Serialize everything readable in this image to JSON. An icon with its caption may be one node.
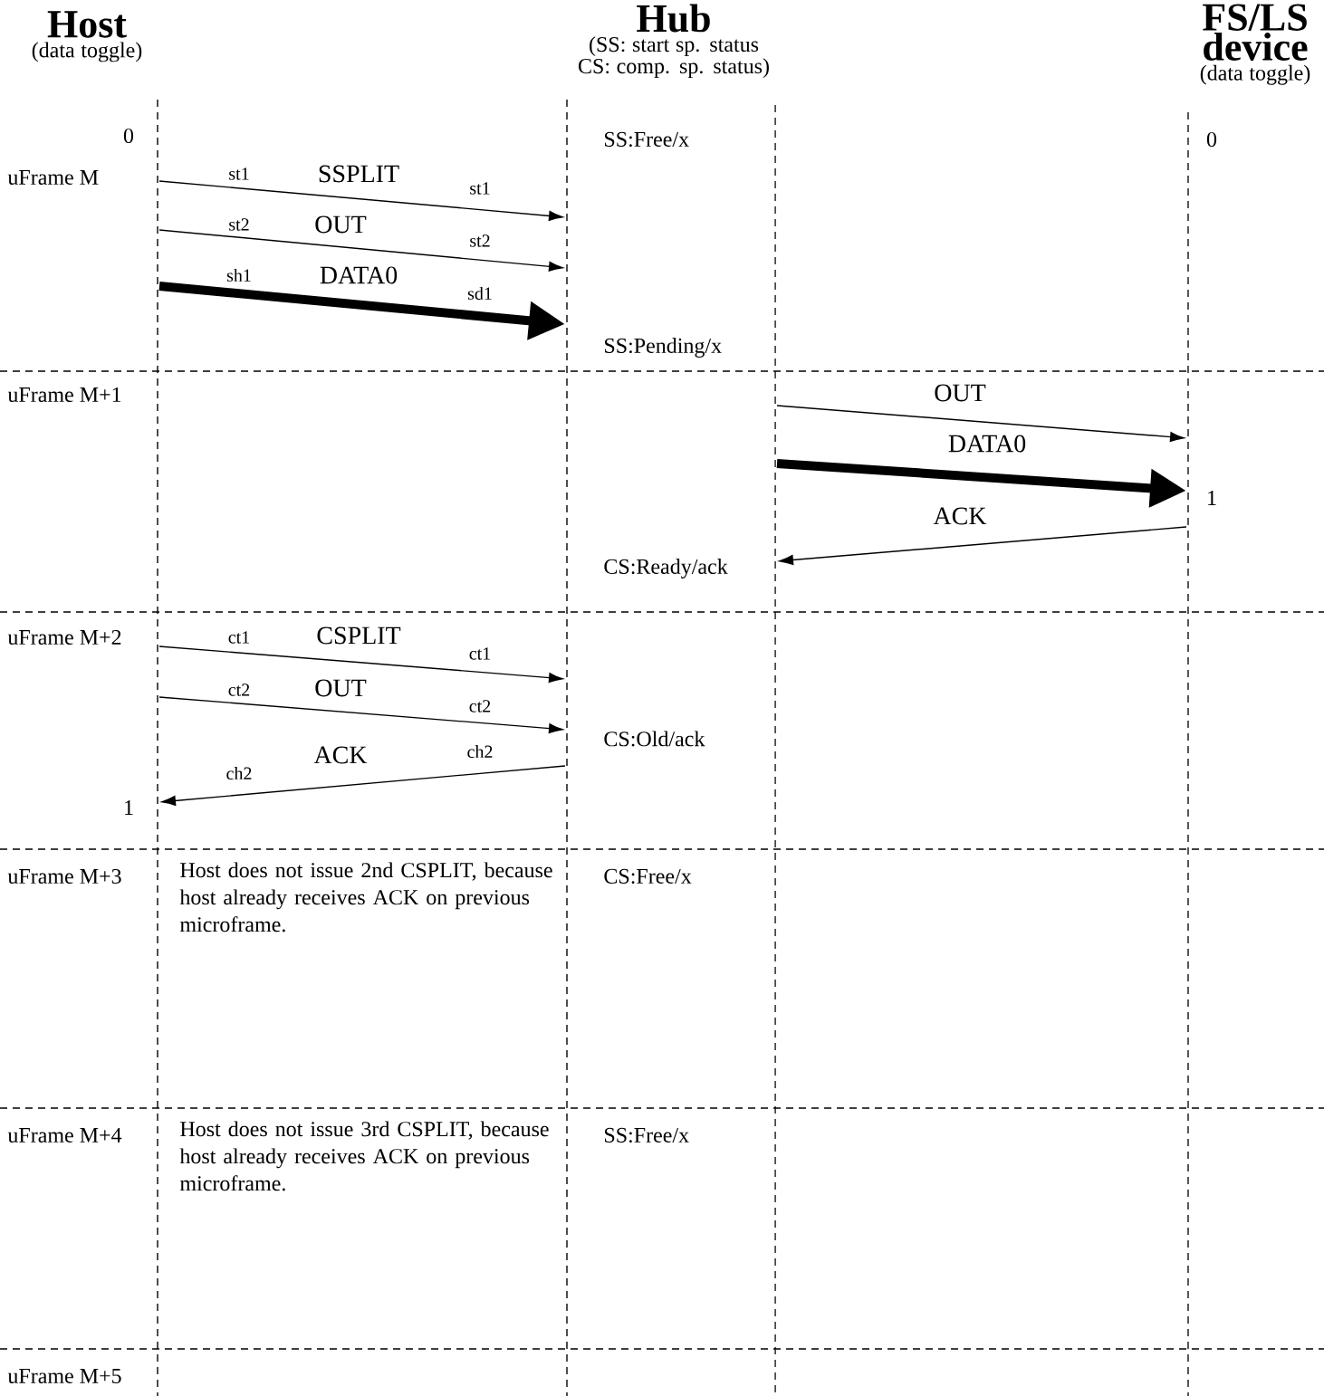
{
  "diagram": {
    "nodes": [
      {
        "text": [
          "Host",
          "(data toggle)"
        ]
      },
      {
        "text": [
          "Hub",
          "(SS: start sp. status CS: comp. sp. status)"
        ]
      },
      {
        "text": [
          "FS/LS device",
          "(data toggle)"
        ]
      }
    ],
    "edges": [
      {
        "from": 0,
        "to": 1,
        "arrow": "to",
        "label": "SSPLIT"
      },
      {
        "from": 0,
        "to": 1,
        "arrow": "to",
        "label": "OUT"
      },
      {
        "from": 0,
        "to": 1,
        "arrow": "to",
        "label": "DATA0",
        "style": "thick"
      },
      {
        "from": 1,
        "to": 2,
        "arrow": "to",
        "label": "OUT"
      },
      {
        "from": 1,
        "to": 2,
        "arrow": "to",
        "label": "DATA0",
        "style": "thick"
      },
      {
        "from": 2,
        "to": 1,
        "arrow": "to",
        "label": "ACK"
      },
      {
        "from": 0,
        "to": 1,
        "arrow": "to",
        "label": "CSPLIT"
      },
      {
        "from": 0,
        "to": 1,
        "arrow": "to",
        "label": "OUT"
      },
      {
        "from": 1,
        "to": 0,
        "arrow": "to",
        "label": "ACK"
      }
    ],
    "labels": [
      "0",
      "SS:Free/x",
      "0",
      "uFrame M",
      "st1",
      "st1",
      "st2",
      "st2",
      "sh1",
      "sd1",
      "SS:Pending/x",
      "uFrame M+1",
      "1",
      "CS:Ready/ack",
      "uFrame M+2",
      "ct1",
      "ct1",
      "ct2",
      "ct2",
      "CS:Old/ack",
      "ch2",
      "ch2",
      "1",
      "uFrame M+3",
      "Host does not issue 2nd CSPLIT, because host already receives ACK on previous microframe.",
      "CS:Free/x",
      "uFrame M+4",
      "Host does not issue 3rd CSPLIT, because host already receives ACK on previous microframe.",
      "SS:Free/x",
      "uFrame M+5"
    ]
  }
}
